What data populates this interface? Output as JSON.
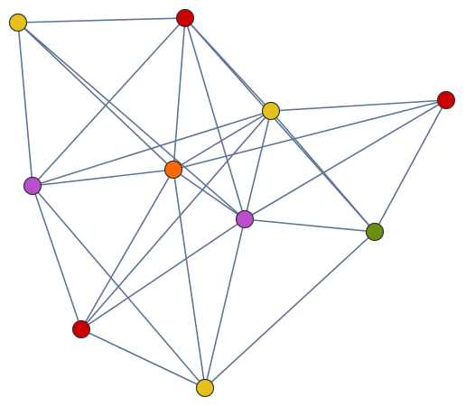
{
  "graph": {
    "edge_color": "#5e7596",
    "node_stroke": "#333333",
    "nodes": [
      {
        "id": "n1",
        "color": "#e6c11c"
      },
      {
        "id": "n2",
        "color": "#cc0000"
      },
      {
        "id": "n3",
        "color": "#e6c11c"
      },
      {
        "id": "n4",
        "color": "#cc0000"
      },
      {
        "id": "n5",
        "color": "#b94fcc"
      },
      {
        "id": "n6",
        "color": "#ff6a00"
      },
      {
        "id": "n7",
        "color": "#b94fcc"
      },
      {
        "id": "n8",
        "color": "#6b8e12"
      },
      {
        "id": "n9",
        "color": "#cc0000"
      },
      {
        "id": "n10",
        "color": "#e6c11c"
      }
    ],
    "edges": [
      [
        "n1",
        "n2"
      ],
      [
        "n1",
        "n5"
      ],
      [
        "n1",
        "n6"
      ],
      [
        "n1",
        "n7"
      ],
      [
        "n2",
        "n3"
      ],
      [
        "n2",
        "n5"
      ],
      [
        "n2",
        "n6"
      ],
      [
        "n2",
        "n7"
      ],
      [
        "n2",
        "n8"
      ],
      [
        "n3",
        "n4"
      ],
      [
        "n3",
        "n5"
      ],
      [
        "n3",
        "n6"
      ],
      [
        "n3",
        "n7"
      ],
      [
        "n3",
        "n8"
      ],
      [
        "n3",
        "n9"
      ],
      [
        "n4",
        "n6"
      ],
      [
        "n4",
        "n7"
      ],
      [
        "n4",
        "n8"
      ],
      [
        "n5",
        "n6"
      ],
      [
        "n5",
        "n9"
      ],
      [
        "n5",
        "n10"
      ],
      [
        "n6",
        "n7"
      ],
      [
        "n6",
        "n9"
      ],
      [
        "n6",
        "n10"
      ],
      [
        "n7",
        "n8"
      ],
      [
        "n7",
        "n9"
      ],
      [
        "n7",
        "n10"
      ],
      [
        "n8",
        "n10"
      ],
      [
        "n9",
        "n10"
      ]
    ]
  }
}
